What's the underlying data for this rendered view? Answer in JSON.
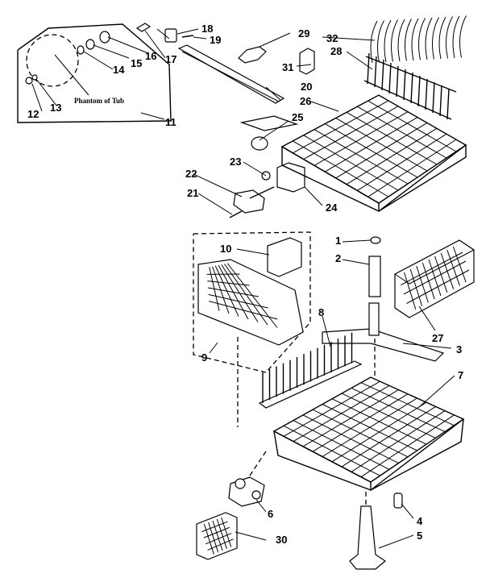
{
  "caption": "Phantom of Tub",
  "callouts": {
    "c1": "1",
    "c2": "2",
    "c3": "3",
    "c4": "4",
    "c5": "5",
    "c6": "6",
    "c7": "7",
    "c8": "8",
    "c9": "9",
    "c10": "10",
    "c11": "11",
    "c12": "12",
    "c13": "13",
    "c14": "14",
    "c15": "15",
    "c16": "16",
    "c17": "17",
    "c18": "18",
    "c19": "19",
    "c20": "20",
    "c21": "21",
    "c22": "22",
    "c23": "23",
    "c24": "24",
    "c25": "25",
    "c26": "26",
    "c27": "27",
    "c28": "28",
    "c29": "29",
    "c30": "30",
    "c31": "31",
    "c32": "32"
  }
}
